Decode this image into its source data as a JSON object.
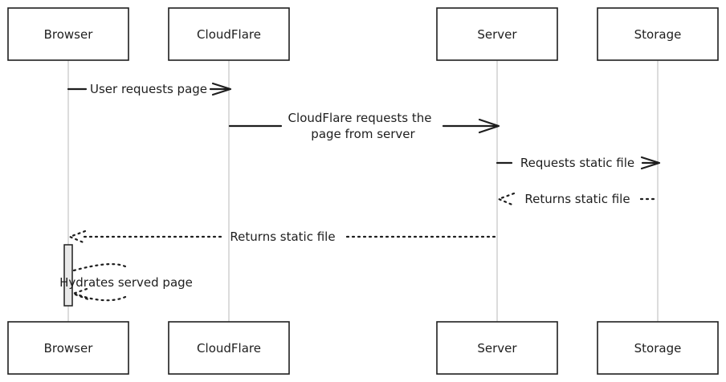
{
  "participants": [
    {
      "id": "browser",
      "label": "Browser"
    },
    {
      "id": "cloudflare",
      "label": "CloudFlare"
    },
    {
      "id": "server",
      "label": "Server"
    },
    {
      "id": "storage",
      "label": "Storage"
    }
  ],
  "messages": [
    {
      "from": "browser",
      "to": "cloudflare",
      "style": "solid",
      "lines": [
        "User requests page"
      ]
    },
    {
      "from": "cloudflare",
      "to": "server",
      "style": "solid",
      "lines": [
        "CloudFlare requests the",
        "page from server"
      ]
    },
    {
      "from": "server",
      "to": "storage",
      "style": "solid",
      "lines": [
        "Requests static file"
      ]
    },
    {
      "from": "storage",
      "to": "server",
      "style": "dotted",
      "lines": [
        "Returns static file"
      ]
    },
    {
      "from": "server",
      "to": "browser",
      "style": "dotted",
      "lines": [
        "Returns static file"
      ]
    },
    {
      "from": "browser",
      "to": "browser",
      "style": "dotted-self",
      "lines": [
        "Hydrates served page"
      ]
    }
  ]
}
